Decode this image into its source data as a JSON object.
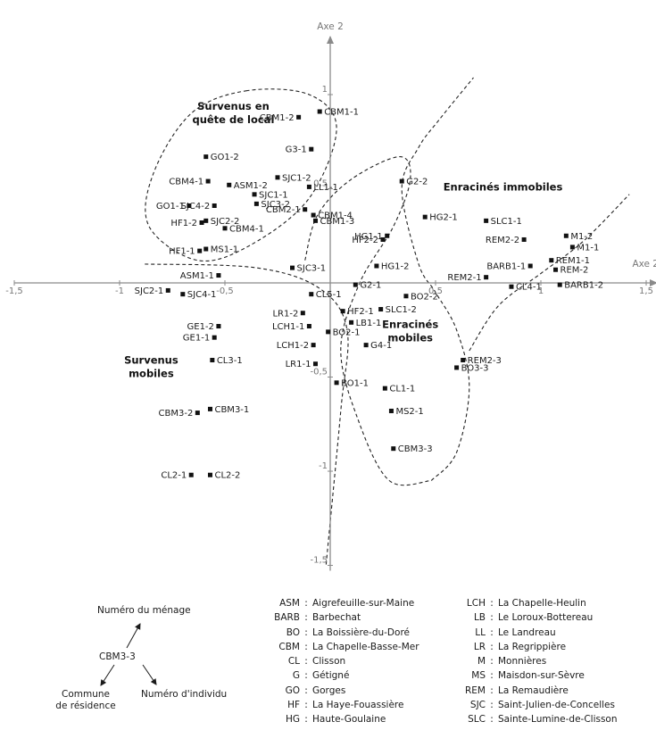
{
  "chart_data": {
    "type": "scatter",
    "x_axis_label": "Axe 2",
    "y_axis_label": "Axe 2",
    "xlim": [
      -1.5,
      1.5
    ],
    "ylim": [
      -1.5,
      1.0
    ],
    "x_ticks": [
      {
        "value": -1.5,
        "label": "-1,5"
      },
      {
        "value": -1,
        "label": "-1"
      },
      {
        "value": -0.5,
        "label": "-0,5"
      },
      {
        "value": 0.5,
        "label": "0,5"
      },
      {
        "value": 1,
        "label": "1"
      },
      {
        "value": 1.5,
        "label": "1,5"
      }
    ],
    "y_ticks": [
      {
        "value": 1,
        "label": "1"
      },
      {
        "value": 0.5,
        "label": "0,5"
      },
      {
        "value": -0.5,
        "label": "-0,5"
      },
      {
        "value": -1,
        "label": "-1"
      },
      {
        "value": -1.5,
        "label": "-1,5"
      }
    ],
    "points": [
      {
        "label": "CBM1-1",
        "x": -0.05,
        "y": 0.91,
        "pos": "right"
      },
      {
        "label": "CBM1-2",
        "x": -0.15,
        "y": 0.88,
        "pos": "left"
      },
      {
        "label": "G3-1",
        "x": -0.09,
        "y": 0.71,
        "pos": "left"
      },
      {
        "label": "GO1-2",
        "x": -0.59,
        "y": 0.67,
        "pos": "right"
      },
      {
        "label": "SJC1-2",
        "x": -0.25,
        "y": 0.56,
        "pos": "right"
      },
      {
        "label": "CBM4-1",
        "x": -0.58,
        "y": 0.54,
        "pos": "left"
      },
      {
        "label": "ASM1-2",
        "x": -0.48,
        "y": 0.52,
        "pos": "right"
      },
      {
        "label": "LL1-1",
        "x": -0.1,
        "y": 0.51,
        "pos": "right"
      },
      {
        "label": "SJC1-1",
        "x": -0.36,
        "y": 0.47,
        "pos": "right"
      },
      {
        "label": "SJC4-2",
        "x": -0.55,
        "y": 0.41,
        "pos": "left"
      },
      {
        "label": "SJC3-2",
        "x": -0.35,
        "y": 0.42,
        "pos": "right"
      },
      {
        "label": "CBM2-1",
        "x": -0.12,
        "y": 0.39,
        "pos": "left"
      },
      {
        "label": "GO1-1",
        "x": -0.67,
        "y": 0.41,
        "pos": "left"
      },
      {
        "label": "SJC2-2",
        "x": -0.59,
        "y": 0.33,
        "pos": "right"
      },
      {
        "label": "CBM1-4",
        "x": -0.08,
        "y": 0.36,
        "pos": "right"
      },
      {
        "label": "CBM1-3",
        "x": -0.07,
        "y": 0.33,
        "pos": "right"
      },
      {
        "label": "HF1-2",
        "x": -0.61,
        "y": 0.32,
        "pos": "left"
      },
      {
        "label": "CBM4-1",
        "x": -0.5,
        "y": 0.29,
        "pos": "right"
      },
      {
        "label": "HF1-1",
        "x": -0.62,
        "y": 0.17,
        "pos": "left"
      },
      {
        "label": "MS1-1",
        "x": -0.59,
        "y": 0.18,
        "pos": "right"
      },
      {
        "label": "ASM1-1",
        "x": -0.53,
        "y": 0.04,
        "pos": "left"
      },
      {
        "label": "SJC3-1",
        "x": -0.18,
        "y": 0.08,
        "pos": "right"
      },
      {
        "label": "SJC2-1",
        "x": -0.77,
        "y": -0.04,
        "pos": "left"
      },
      {
        "label": "SJC4-1",
        "x": -0.7,
        "y": -0.06,
        "pos": "right"
      },
      {
        "label": "G2-2",
        "x": 0.34,
        "y": 0.54,
        "pos": "right"
      },
      {
        "label": "G2-1",
        "x": 0.12,
        "y": -0.01,
        "pos": "right"
      },
      {
        "label": "HG2-1",
        "x": 0.45,
        "y": 0.35,
        "pos": "right"
      },
      {
        "label": "HG1-1",
        "x": 0.27,
        "y": 0.25,
        "pos": "left"
      },
      {
        "label": "HF2-2",
        "x": 0.25,
        "y": 0.23,
        "pos": "left"
      },
      {
        "label": "HG1-2",
        "x": 0.22,
        "y": 0.09,
        "pos": "right"
      },
      {
        "label": "CL5-1",
        "x": -0.09,
        "y": -0.06,
        "pos": "right"
      },
      {
        "label": "BO2-2",
        "x": 0.36,
        "y": -0.07,
        "pos": "right"
      },
      {
        "label": "LR1-2",
        "x": -0.13,
        "y": -0.16,
        "pos": "left"
      },
      {
        "label": "HF2-1",
        "x": 0.06,
        "y": -0.15,
        "pos": "right"
      },
      {
        "label": "SLC1-2",
        "x": 0.24,
        "y": -0.14,
        "pos": "right"
      },
      {
        "label": "LCH1-1",
        "x": -0.1,
        "y": -0.23,
        "pos": "left"
      },
      {
        "label": "LB1-1",
        "x": 0.1,
        "y": -0.21,
        "pos": "right"
      },
      {
        "label": "BO2-1",
        "x": -0.01,
        "y": -0.26,
        "pos": "right"
      },
      {
        "label": "LCH1-2",
        "x": -0.08,
        "y": -0.33,
        "pos": "left"
      },
      {
        "label": "G4-1",
        "x": 0.17,
        "y": -0.33,
        "pos": "right"
      },
      {
        "label": "LR1-1",
        "x": -0.07,
        "y": -0.43,
        "pos": "left"
      },
      {
        "label": "BO1-1",
        "x": 0.03,
        "y": -0.53,
        "pos": "right"
      },
      {
        "label": "CL1-1",
        "x": 0.26,
        "y": -0.56,
        "pos": "right"
      },
      {
        "label": "MS2-1",
        "x": 0.29,
        "y": -0.68,
        "pos": "right"
      },
      {
        "label": "CBM3-3",
        "x": 0.3,
        "y": -0.88,
        "pos": "right"
      },
      {
        "label": "SLC1-1",
        "x": 0.74,
        "y": 0.33,
        "pos": "right"
      },
      {
        "label": "REM2-2",
        "x": 0.92,
        "y": 0.23,
        "pos": "left"
      },
      {
        "label": "M1-2",
        "x": 1.12,
        "y": 0.25,
        "pos": "right"
      },
      {
        "label": "M1-1",
        "x": 1.15,
        "y": 0.19,
        "pos": "right"
      },
      {
        "label": "BARB1-1",
        "x": 0.95,
        "y": 0.09,
        "pos": "left"
      },
      {
        "label": "REM1-1",
        "x": 1.05,
        "y": 0.12,
        "pos": "right"
      },
      {
        "label": "REM-2",
        "x": 1.07,
        "y": 0.07,
        "pos": "right"
      },
      {
        "label": "REM2-1",
        "x": 0.74,
        "y": 0.03,
        "pos": "left"
      },
      {
        "label": "BARB1-2",
        "x": 1.09,
        "y": -0.01,
        "pos": "right"
      },
      {
        "label": "CL4-1",
        "x": 0.86,
        "y": -0.02,
        "pos": "right"
      },
      {
        "label": "REM2-3",
        "x": 0.63,
        "y": -0.41,
        "pos": "right"
      },
      {
        "label": "BO3-3",
        "x": 0.6,
        "y": -0.45,
        "pos": "right"
      },
      {
        "label": "GE1-2",
        "x": -0.53,
        "y": -0.23,
        "pos": "left"
      },
      {
        "label": "GE1-1",
        "x": -0.55,
        "y": -0.29,
        "pos": "left"
      },
      {
        "label": "CL3-1",
        "x": -0.56,
        "y": -0.41,
        "pos": "right"
      },
      {
        "label": "CBM3-2",
        "x": -0.63,
        "y": -0.69,
        "pos": "left"
      },
      {
        "label": "CBM3-1",
        "x": -0.57,
        "y": -0.67,
        "pos": "right"
      },
      {
        "label": "CL2-1",
        "x": -0.66,
        "y": -1.02,
        "pos": "left"
      },
      {
        "label": "CL2-2",
        "x": -0.57,
        "y": -1.02,
        "pos": "right"
      }
    ],
    "groups": [
      {
        "name": "group-survenus-quete",
        "lines": [
          "Survenus en",
          "quête de local"
        ],
        "x": -0.46,
        "y": 0.92
      },
      {
        "name": "group-enracines-immobiles",
        "lines": [
          "Enracinés immobiles"
        ],
        "x": 0.82,
        "y": 0.49
      },
      {
        "name": "group-enracines-mobiles",
        "lines": [
          "Enracinés",
          "mobiles"
        ],
        "x": 0.38,
        "y": -0.24
      },
      {
        "name": "group-survenus-mobiles",
        "lines": [
          "Survenus",
          "mobiles"
        ],
        "x": -0.85,
        "y": -0.43
      }
    ],
    "curves": [
      {
        "name": "curve-quete-local",
        "points": [
          [
            -0.4,
            1.02
          ],
          [
            -0.1,
            1.0
          ],
          [
            0.03,
            0.82
          ],
          [
            -0.1,
            0.45
          ],
          [
            -0.38,
            0.2
          ],
          [
            -0.63,
            0.12
          ],
          [
            -0.86,
            0.3
          ],
          [
            -0.84,
            0.58
          ],
          [
            -0.66,
            0.9
          ],
          [
            -0.4,
            1.02
          ]
        ],
        "closed": true
      },
      {
        "name": "curve-survenus-mobiles",
        "points": [
          [
            -0.88,
            0.1
          ],
          [
            -0.35,
            0.08
          ],
          [
            -0.05,
            -0.03
          ],
          [
            0.08,
            -0.25
          ],
          [
            0.05,
            -0.68
          ],
          [
            -0.02,
            -1.5
          ]
        ],
        "closed": false
      },
      {
        "name": "curve-center",
        "points": [
          [
            -0.12,
            0.12
          ],
          [
            -0.06,
            0.36
          ],
          [
            0.1,
            0.55
          ],
          [
            0.33,
            0.67
          ],
          [
            0.38,
            0.55
          ],
          [
            0.3,
            0.3
          ],
          [
            0.14,
            0.0
          ],
          [
            0.05,
            -0.35
          ],
          [
            0.13,
            -0.72
          ],
          [
            0.28,
            -1.05
          ],
          [
            0.48,
            -1.05
          ]
        ],
        "closed": false
      },
      {
        "name": "curve-enracines-mobiles",
        "points": [
          [
            0.48,
            -1.05
          ],
          [
            0.6,
            -0.9
          ],
          [
            0.66,
            -0.55
          ],
          [
            0.6,
            -0.25
          ],
          [
            0.5,
            -0.05
          ],
          [
            0.42,
            0.1
          ],
          [
            0.34,
            0.5
          ],
          [
            0.42,
            0.72
          ],
          [
            0.52,
            0.87
          ],
          [
            0.68,
            1.09
          ]
        ],
        "closed": false
      },
      {
        "name": "curve-immobiles",
        "points": [
          [
            0.66,
            -0.36
          ],
          [
            0.8,
            -0.12
          ],
          [
            1.0,
            0.05
          ],
          [
            1.2,
            0.22
          ],
          [
            1.42,
            0.47
          ]
        ],
        "closed": false
      }
    ]
  },
  "key": {
    "center": "CBM3-3",
    "top": "Numéro du ménage",
    "bottom_left_line1": "Commune",
    "bottom_left_line2": "de résidence",
    "bottom_right": "Numéro d'individu"
  },
  "legend_left": [
    {
      "abbr": "ASM",
      "sep": ":",
      "name": "Aigrefeuille-sur-Maine"
    },
    {
      "abbr": "BARB",
      "sep": ":",
      "name": "Barbechat"
    },
    {
      "abbr": "BO",
      "sep": ":",
      "name": "La Boissière-du-Doré"
    },
    {
      "abbr": "CBM",
      "sep": ":",
      "name": "La Chapelle-Basse-Mer"
    },
    {
      "abbr": "CL",
      "sep": ":",
      "name": "Clisson"
    },
    {
      "abbr": "G",
      "sep": ":",
      "name": "Gétigné"
    },
    {
      "abbr": "GO",
      "sep": ":",
      "name": "Gorges"
    },
    {
      "abbr": "HF",
      "sep": ":",
      "name": "La Haye-Fouassière"
    },
    {
      "abbr": "HG",
      "sep": ":",
      "name": "Haute-Goulaine"
    }
  ],
  "legend_right": [
    {
      "abbr": "LCH",
      "sep": ":",
      "name": "La Chapelle-Heulin"
    },
    {
      "abbr": "LB",
      "sep": ":",
      "name": "Le Loroux-Bottereau"
    },
    {
      "abbr": "LL",
      "sep": ":",
      "name": "Le Landreau"
    },
    {
      "abbr": "LR",
      "sep": ":",
      "name": "La Regrippière"
    },
    {
      "abbr": "M",
      "sep": ":",
      "name": "Monnières"
    },
    {
      "abbr": "MS",
      "sep": ":",
      "name": "Maisdon-sur-Sèvre"
    },
    {
      "abbr": "REM",
      "sep": ":",
      "name": "La Remaudière"
    },
    {
      "abbr": "SJC",
      "sep": ":",
      "name": "Saint-Julien-de-Concelles"
    },
    {
      "abbr": "SLC",
      "sep": ":",
      "name": "Sainte-Lumine-de-Clisson"
    }
  ]
}
